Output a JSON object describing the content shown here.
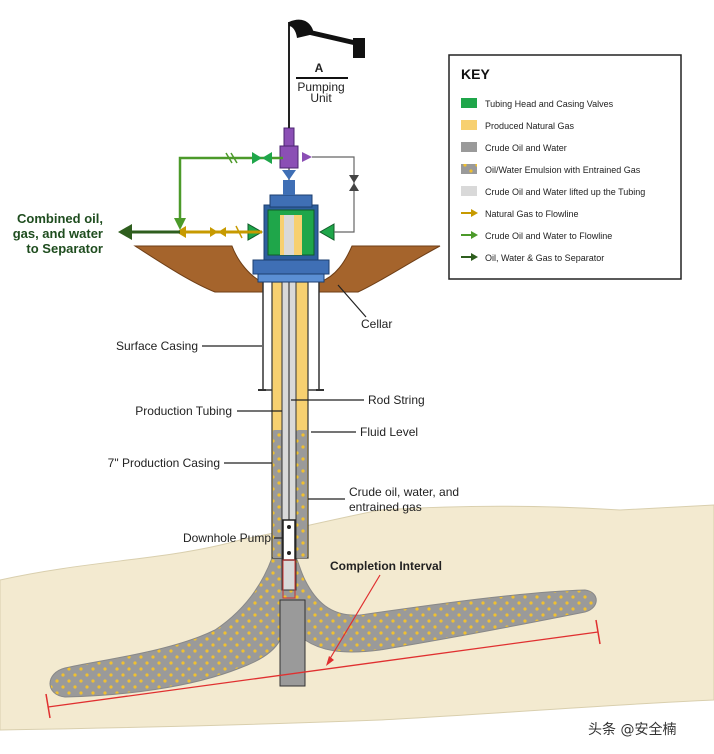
{
  "pumping_unit": {
    "symbol": "A",
    "line1": "Pumping",
    "line2": "Unit"
  },
  "labels": {
    "combined_line1": "Combined oil,",
    "combined_line2": "gas, and water",
    "combined_line3": "to Separator",
    "cellar": "Cellar",
    "surface_casing": "Surface Casing",
    "production_tubing": "Production Tubing",
    "rod_string": "Rod String",
    "fluid_level": "Fluid Level",
    "production_casing": "7\" Production Casing",
    "crude_line1": "Crude oil, water, and",
    "crude_line2": "entrained gas",
    "downhole_pump": "Downhole Pump",
    "completion_interval": "Completion Interval"
  },
  "key": {
    "title": "KEY",
    "items": [
      {
        "label": "Tubing Head and Casing Valves",
        "kind": "swatch",
        "color": "#1fa64a"
      },
      {
        "label": "Produced Natural Gas",
        "kind": "swatch",
        "color": "#f7d070"
      },
      {
        "label": "Crude Oil and Water",
        "kind": "swatch",
        "color": "#9a9a9a"
      },
      {
        "label": "Oil/Water Emulsion with Entrained Gas",
        "kind": "dots",
        "color": "#a6a6a6"
      },
      {
        "label": "Crude Oil and Water lifted up the Tubing",
        "kind": "swatch",
        "color": "#d9d9d9"
      },
      {
        "label": "Natural Gas to Flowline",
        "kind": "arrow",
        "color": "#c79a00"
      },
      {
        "label": "Crude Oil and Water to Flowline",
        "kind": "arrow",
        "color": "#4c9a2a"
      },
      {
        "label": "Oil, Water & Gas to Separator",
        "kind": "arrow",
        "color": "#2e5e1e"
      }
    ]
  },
  "colors": {
    "valves": "#1fa64a",
    "gas": "#f7d070",
    "crude": "#9a9a9a",
    "lifted": "#d9d9d9",
    "formation": "#f3ead0",
    "cellar_soil": "#a5642c",
    "wellhead_blue": "#3f6fb5",
    "valve_purple": "#8b4fb5",
    "gas_arrow": "#c79a00",
    "crude_arrow": "#4c9a2a",
    "separator_arrow": "#2e5e1e",
    "interval_red": "#e03030"
  },
  "watermark": "头条 @安全楠"
}
